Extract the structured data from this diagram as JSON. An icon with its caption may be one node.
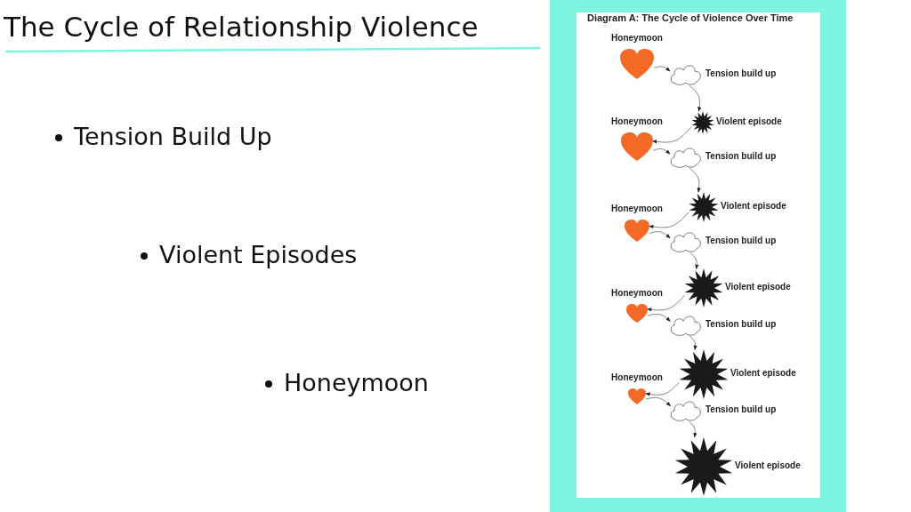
{
  "diagram": {
    "title": "The Cycle of Relationship Violence",
    "nodes": [
      {
        "text": [],
        "shape": "heart",
        "beside": [
          "Honeymoon"
        ]
      },
      {
        "text": [],
        "shape": "cloud",
        "beside": [
          "Tension build up"
        ]
      },
      {
        "text": [],
        "shape": "star",
        "beside": [
          "Violent episode"
        ]
      },
      {
        "text": [],
        "shape": "heart",
        "beside": [
          "Honeymoon"
        ]
      },
      {
        "text": [],
        "shape": "cloud",
        "beside": [
          "Tension build up"
        ]
      },
      {
        "text": [],
        "shape": "star",
        "beside": [
          "Violent episode"
        ]
      },
      {
        "text": [],
        "shape": "heart",
        "beside": [
          "Honeymoon"
        ]
      },
      {
        "text": [],
        "shape": "cloud",
        "beside": [
          "Tension build up"
        ]
      },
      {
        "text": [],
        "shape": "star",
        "beside": [
          "Violent episode"
        ]
      },
      {
        "text": [],
        "shape": "heart",
        "beside": [
          "Honeymoon"
        ]
      },
      {
        "text": [],
        "shape": "cloud",
        "beside": [
          "Tension build up"
        ]
      },
      {
        "text": [],
        "shape": "star",
        "beside": [
          "Violent episode"
        ]
      },
      {
        "text": [],
        "shape": "heart",
        "beside": [
          "Honeymoon"
        ]
      },
      {
        "text": [],
        "shape": "cloud",
        "beside": [
          "Tension build up"
        ]
      },
      {
        "text": [],
        "shape": "star",
        "beside": [
          "Violent episode"
        ]
      }
    ],
    "edges": [
      {
        "from": 0,
        "to": 1,
        "arrow": "to"
      },
      {
        "from": 1,
        "to": 2,
        "arrow": "to"
      },
      {
        "from": 2,
        "to": 3,
        "arrow": "to"
      },
      {
        "from": 3,
        "to": 4,
        "arrow": "to"
      },
      {
        "from": 4,
        "to": 5,
        "arrow": "to"
      },
      {
        "from": 5,
        "to": 6,
        "arrow": "to"
      },
      {
        "from": 6,
        "to": 7,
        "arrow": "to"
      },
      {
        "from": 7,
        "to": 8,
        "arrow": "to"
      },
      {
        "from": 8,
        "to": 9,
        "arrow": "to"
      },
      {
        "from": 9,
        "to": 10,
        "arrow": "to"
      },
      {
        "from": 10,
        "to": 11,
        "arrow": "to"
      },
      {
        "from": 11,
        "to": 12,
        "arrow": "to"
      },
      {
        "from": 12,
        "to": 13,
        "arrow": "to"
      },
      {
        "from": 13,
        "to": 14,
        "arrow": "to"
      }
    ],
    "labels": [
      "Tension Build Up",
      "Violent Episodes",
      "Honeymoon",
      "Diagram A: The Cycle of Violence Over Time"
    ]
  }
}
